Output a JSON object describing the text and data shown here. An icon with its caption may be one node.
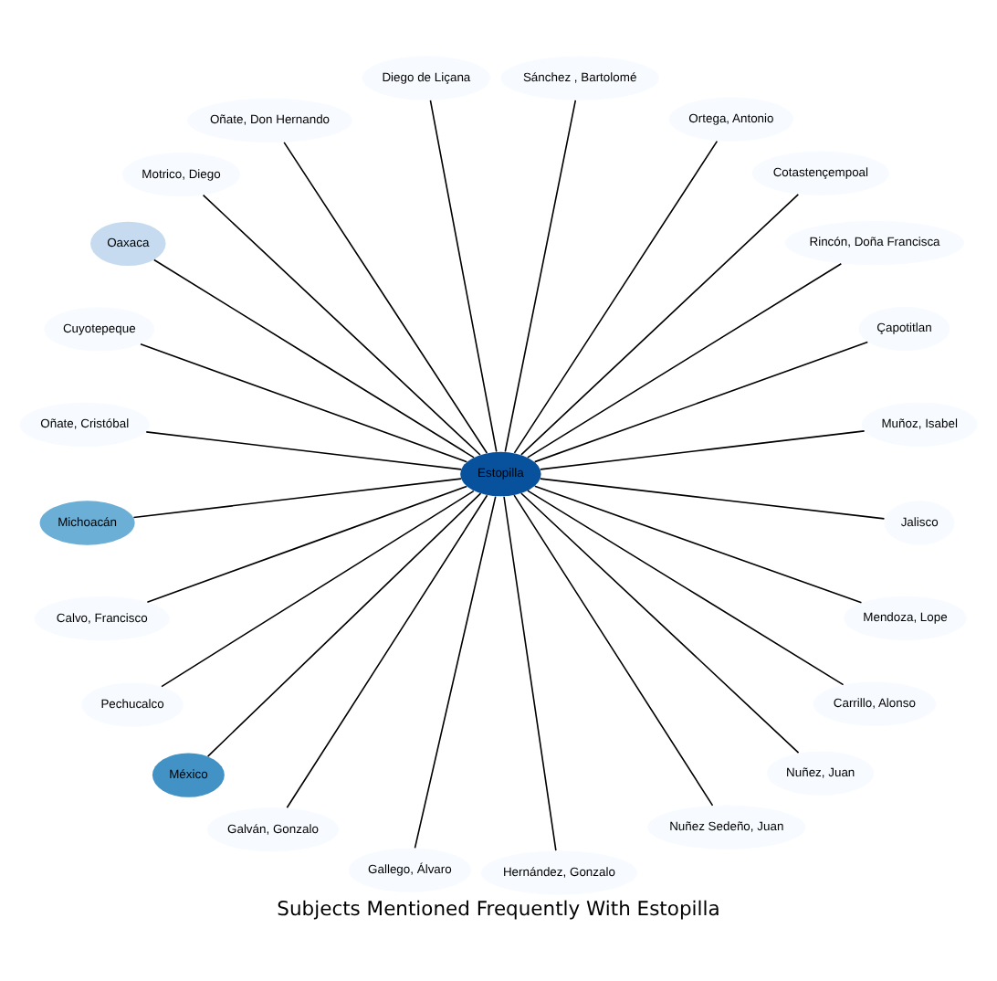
{
  "diagram": {
    "title": "Subjects Mentioned Frequently With Estopilla",
    "nodes": [
      {
        "text": [
          "Muñoz, Isabel"
        ]
      },
      {
        "text": [
          "Çapotitlan"
        ]
      },
      {
        "text": [
          "Rincón, Doña Francisca"
        ]
      },
      {
        "text": [
          "Cotastençempoal"
        ]
      },
      {
        "text": [
          "Ortega, Antonio"
        ]
      },
      {
        "text": [
          "Sánchez , Bartolomé"
        ]
      },
      {
        "text": [
          "Diego de Liçana"
        ]
      },
      {
        "text": [
          "Oñate, Don Hernando"
        ]
      },
      {
        "text": [
          "Motrico, Diego"
        ]
      },
      {
        "text": [
          "Oaxaca"
        ]
      },
      {
        "text": [
          "Cuyotepeque"
        ]
      },
      {
        "text": [
          "Oñate, Cristóbal"
        ]
      },
      {
        "text": [
          "Estopilla"
        ]
      },
      {
        "text": [
          "Michoacán"
        ]
      },
      {
        "text": [
          "Calvo, Francisco"
        ]
      },
      {
        "text": [
          "Pechucalco"
        ]
      },
      {
        "text": [
          "México"
        ]
      },
      {
        "text": [
          "Galván, Gonzalo"
        ]
      },
      {
        "text": [
          "Gallego, Álvaro"
        ]
      },
      {
        "text": [
          "Hernández, Gonzalo"
        ]
      },
      {
        "text": [
          "Nuñez Sedeño, Juan"
        ]
      },
      {
        "text": [
          "Nuñez, Juan"
        ]
      },
      {
        "text": [
          "Carrillo, Alonso"
        ]
      },
      {
        "text": [
          "Mendoza, Lope"
        ]
      },
      {
        "text": [
          "Jalisco"
        ]
      }
    ],
    "edges": [
      {
        "from": 12,
        "to": 0,
        "arrow": "none"
      },
      {
        "from": 12,
        "to": 1,
        "arrow": "none"
      },
      {
        "from": 12,
        "to": 2,
        "arrow": "none"
      },
      {
        "from": 12,
        "to": 3,
        "arrow": "none"
      },
      {
        "from": 12,
        "to": 4,
        "arrow": "none"
      },
      {
        "from": 12,
        "to": 5,
        "arrow": "none"
      },
      {
        "from": 12,
        "to": 6,
        "arrow": "none"
      },
      {
        "from": 12,
        "to": 7,
        "arrow": "none"
      },
      {
        "from": 12,
        "to": 8,
        "arrow": "none"
      },
      {
        "from": 12,
        "to": 9,
        "arrow": "none"
      },
      {
        "from": 12,
        "to": 10,
        "arrow": "none"
      },
      {
        "from": 12,
        "to": 11,
        "arrow": "none"
      },
      {
        "from": 12,
        "to": 13,
        "arrow": "none"
      },
      {
        "from": 12,
        "to": 14,
        "arrow": "none"
      },
      {
        "from": 12,
        "to": 15,
        "arrow": "none"
      },
      {
        "from": 12,
        "to": 16,
        "arrow": "none"
      },
      {
        "from": 12,
        "to": 17,
        "arrow": "none"
      },
      {
        "from": 12,
        "to": 18,
        "arrow": "none"
      },
      {
        "from": 12,
        "to": 19,
        "arrow": "none"
      },
      {
        "from": 12,
        "to": 20,
        "arrow": "none"
      },
      {
        "from": 12,
        "to": 21,
        "arrow": "none"
      },
      {
        "from": 12,
        "to": 22,
        "arrow": "none"
      },
      {
        "from": 12,
        "to": 23,
        "arrow": "none"
      },
      {
        "from": 12,
        "to": 24,
        "arrow": "none"
      }
    ]
  }
}
